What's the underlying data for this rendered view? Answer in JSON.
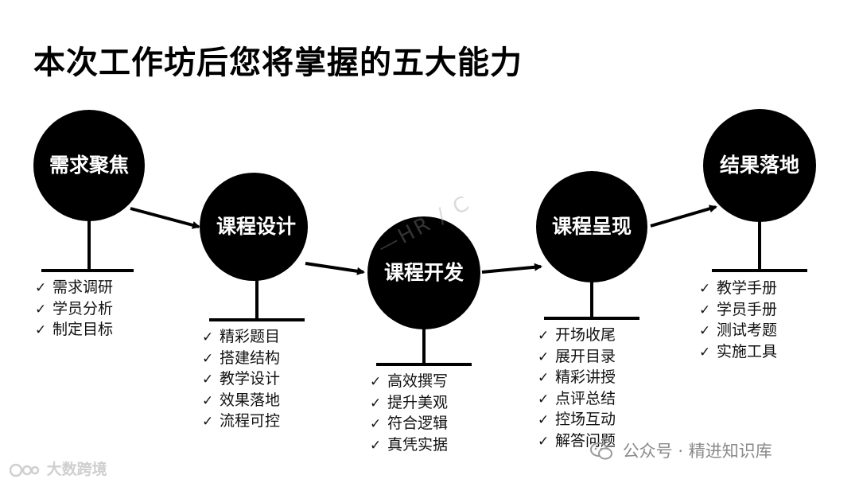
{
  "title": "本次工作坊后您将掌握的五大能力",
  "stages": [
    {
      "label": "需求聚焦",
      "items": [
        "需求调研",
        "学员分析",
        "制定目标"
      ]
    },
    {
      "label": "课程设计",
      "items": [
        "精彩题目",
        "搭建结构",
        "教学设计",
        "效果落地",
        "流程可控"
      ]
    },
    {
      "label": "课程开发",
      "items": [
        "高效撰写",
        "提升美观",
        "符合逻辑",
        "真凭实据"
      ]
    },
    {
      "label": "课程呈现",
      "items": [
        "开场收尾",
        "展开目录",
        "精彩讲授",
        "点评总结",
        "控场互动",
        "解答问题"
      ]
    },
    {
      "label": "结果落地",
      "items": [
        "教学手册",
        "学员手册",
        "测试考题",
        "实施工具"
      ]
    }
  ],
  "check_mark": "✓",
  "watermarks": {
    "bottom_left": "大数跨境",
    "bottom_right": "公众号 · 精进知识库",
    "center": "—HR / C"
  },
  "colors": {
    "node_fill": "#000000",
    "text": "#111111",
    "background": "#ffffff"
  }
}
